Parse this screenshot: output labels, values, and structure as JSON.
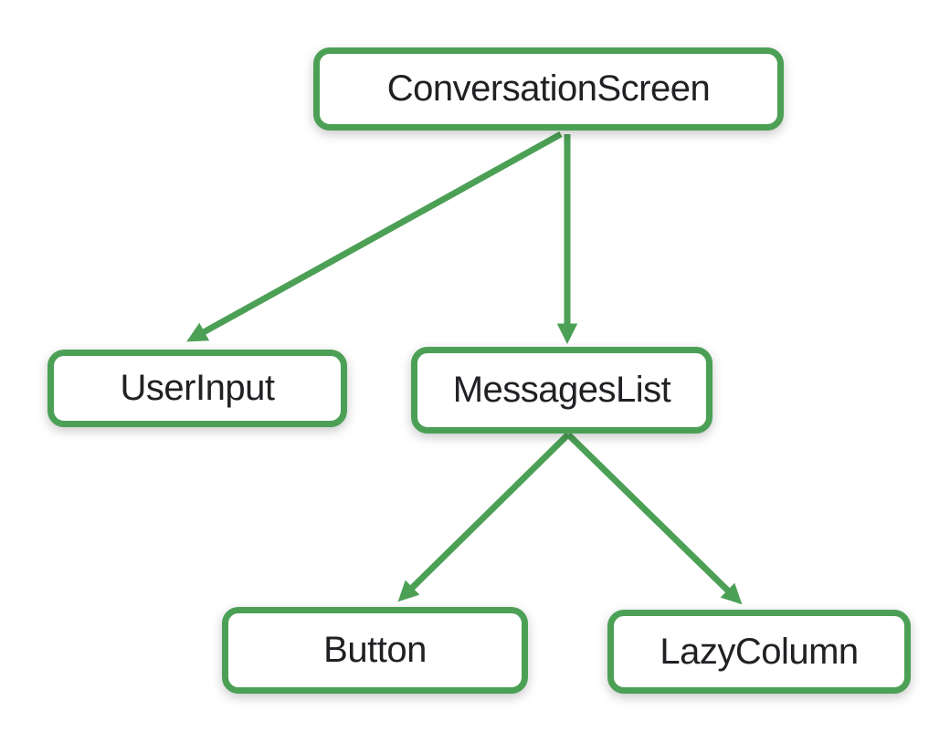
{
  "diagram": {
    "nodes": [
      {
        "id": "conversation-screen",
        "label": "ConversationScreen"
      },
      {
        "id": "user-input",
        "label": "UserInput"
      },
      {
        "id": "messages-list",
        "label": "MessagesList"
      },
      {
        "id": "button",
        "label": "Button"
      },
      {
        "id": "lazy-column",
        "label": "LazyColumn"
      }
    ],
    "edges": [
      {
        "from": "ConversationScreen",
        "to": "UserInput"
      },
      {
        "from": "ConversationScreen",
        "to": "MessagesList"
      },
      {
        "from": "MessagesList",
        "to": "Button"
      },
      {
        "from": "MessagesList",
        "to": "LazyColumn"
      }
    ],
    "colors": {
      "accent": "#4CA056",
      "text": "#202124",
      "node_background": "#FFFFFF",
      "page_background": "#FFFFFF"
    }
  }
}
